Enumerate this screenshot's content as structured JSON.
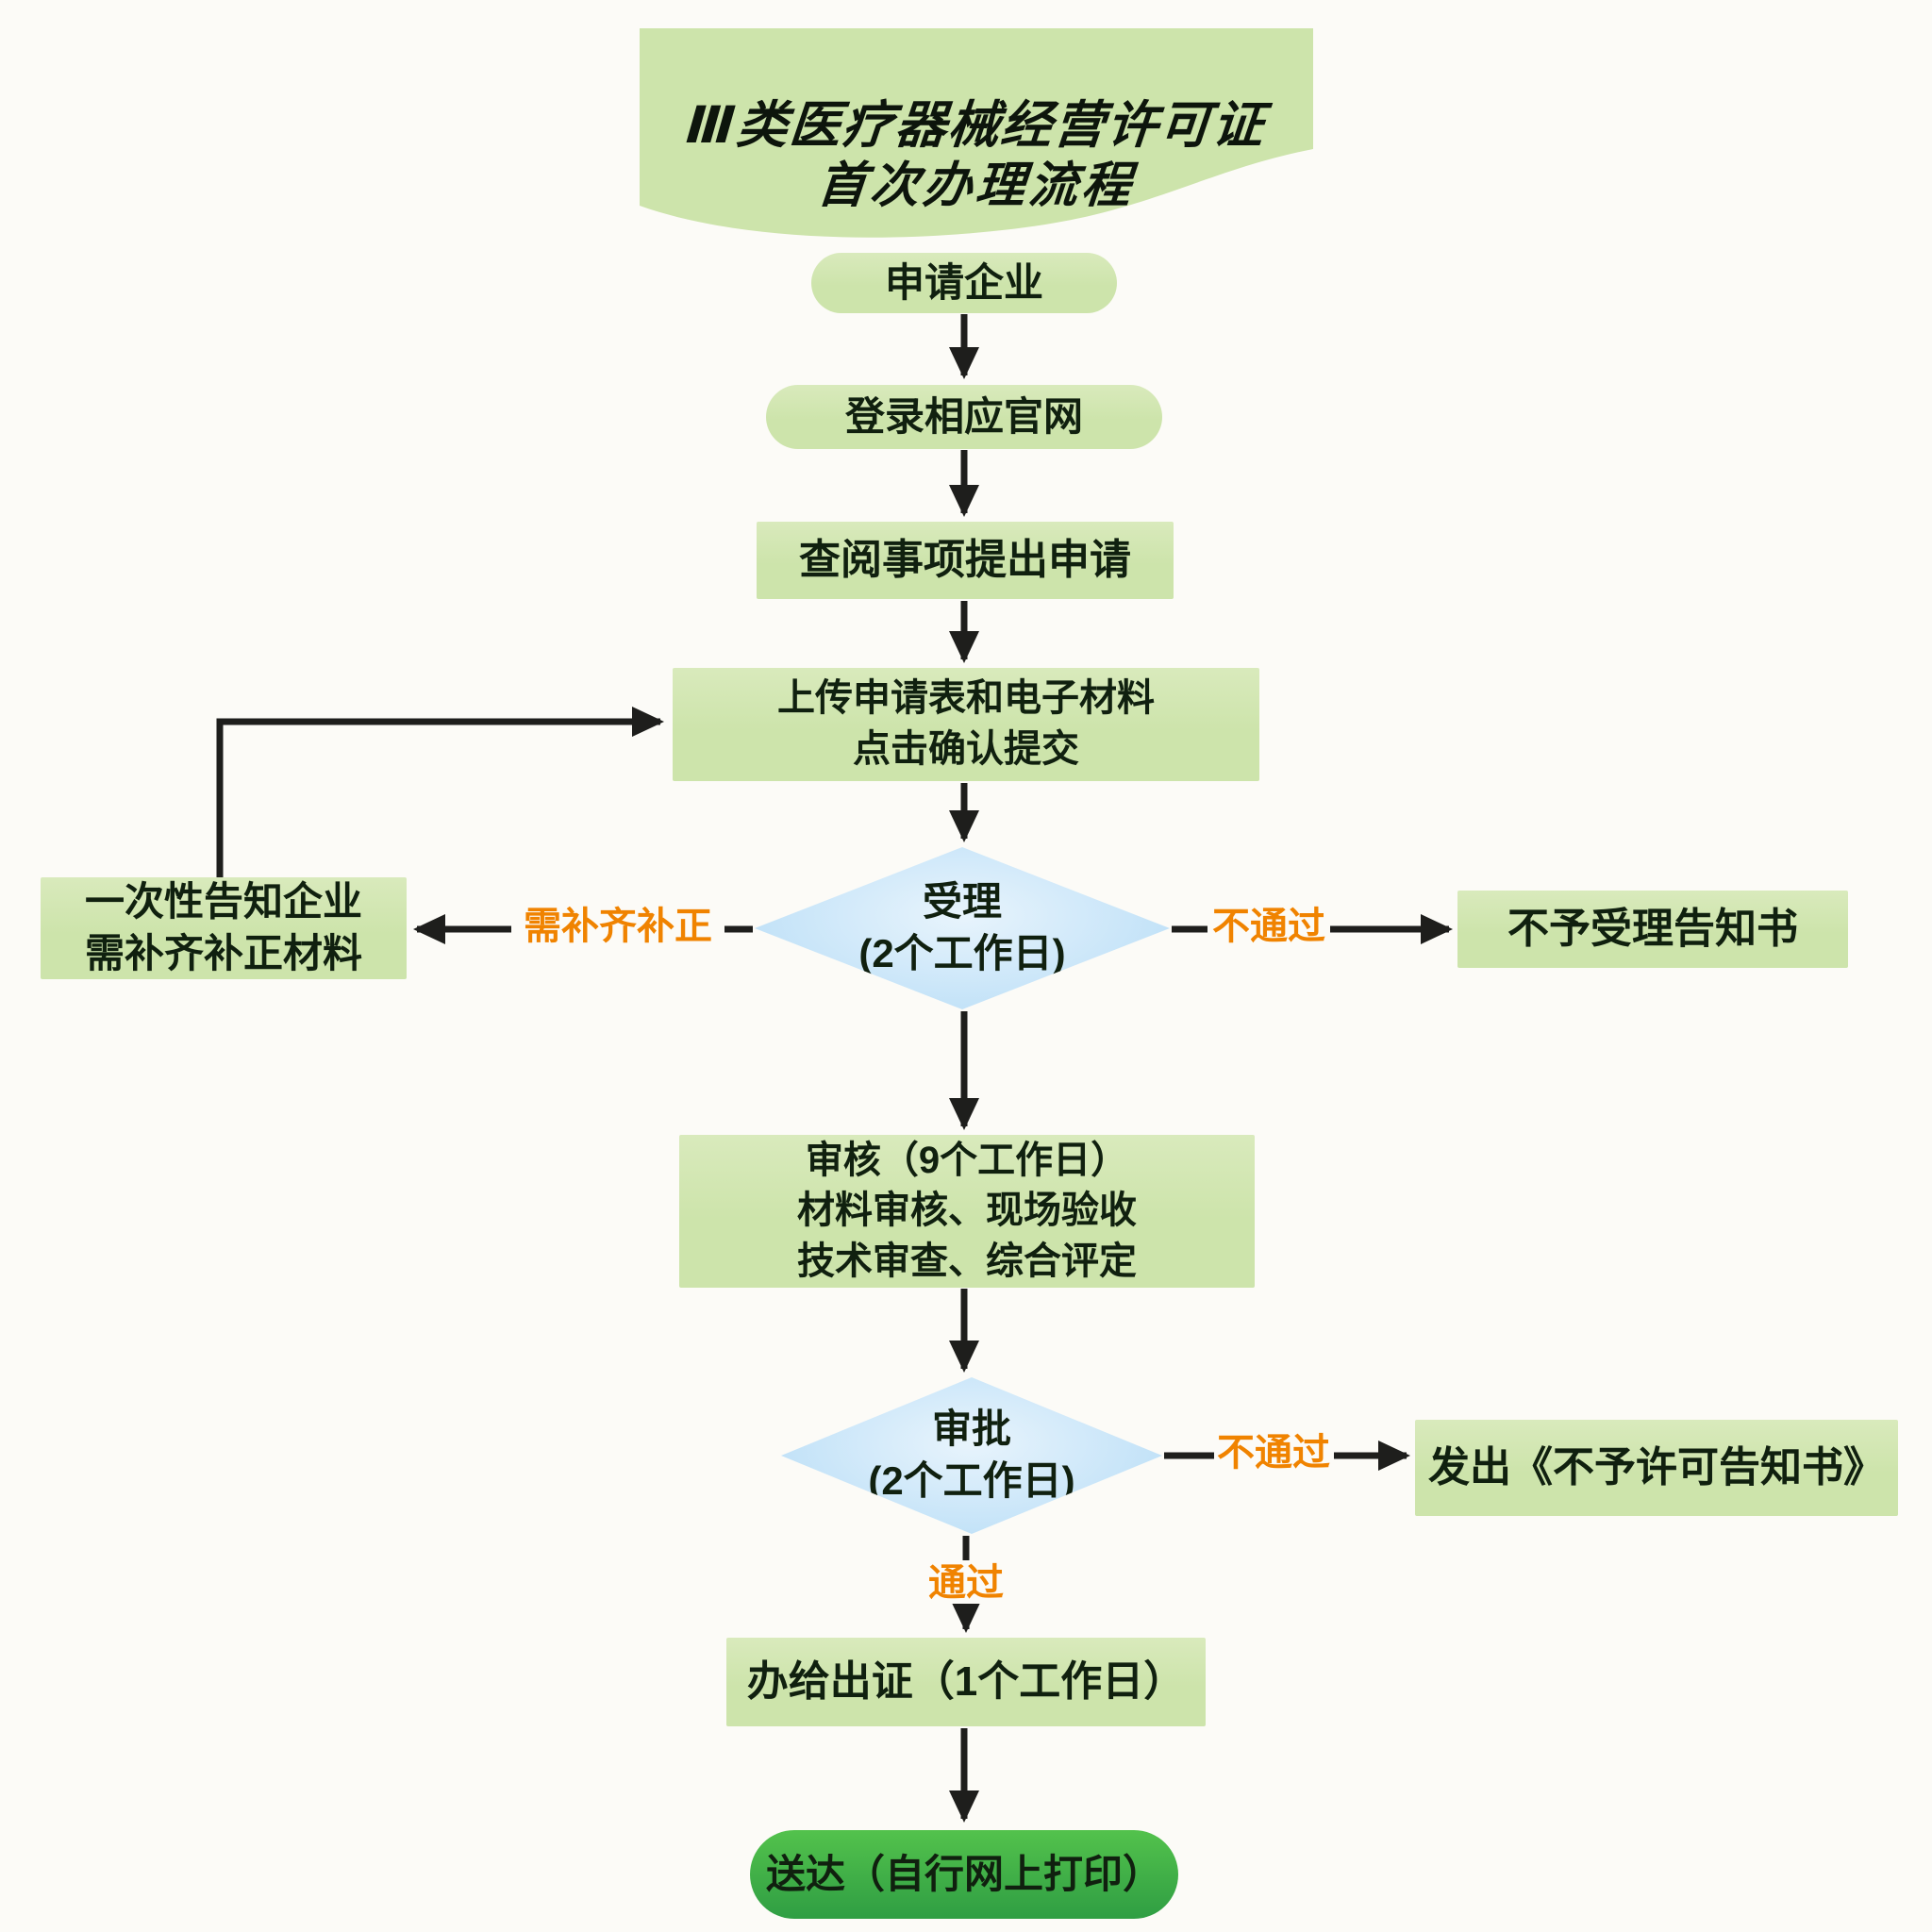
{
  "title": {
    "line1": "Ⅲ类医疗器械经营许可证",
    "line2": "首次办理流程"
  },
  "nodes": {
    "applicant": {
      "label": "申请企业"
    },
    "login": {
      "label": "登录相应官网"
    },
    "review_items": {
      "label": "查阅事项提出申请"
    },
    "upload": {
      "line1": "上传申请表和电子材料",
      "line2": "点击确认提交"
    },
    "acceptance": {
      "line1": "受理",
      "line2": "(2个工作日)"
    },
    "notify_supplement": {
      "line1": "一次性告知企业",
      "line2": "需补齐补正材料"
    },
    "rejection_notice": {
      "label": "不予受理告知书"
    },
    "audit": {
      "line1": "审核（9个工作日）",
      "line2": "材料审核、现场验收",
      "line3": "技术审查、综合评定"
    },
    "approval": {
      "line1": "审批",
      "line2": "(2个工作日)"
    },
    "deny_notice": {
      "label": "发出《不予许可告知书》"
    },
    "issue_cert": {
      "label": "办给出证（1个工作日）"
    },
    "delivery": {
      "label": "送达（自行网上打印）"
    }
  },
  "edge_labels": {
    "supplement": "需补齐补正",
    "acceptance_fail": "不通过",
    "approval_fail": "不通过",
    "approval_pass": "通过"
  },
  "colors": {
    "node_green": "#cde4ab",
    "node_green_light": "#d9eabc",
    "diamond_blue": "#c2e2f8",
    "diamond_blue_light": "#e8f4fc",
    "final_green_top": "#53c24c",
    "final_green_bottom": "#2f9e43",
    "label_orange": "#f08300",
    "arrow": "#1e1e1c",
    "text": "#10200f",
    "background": "#fcfbf7"
  }
}
